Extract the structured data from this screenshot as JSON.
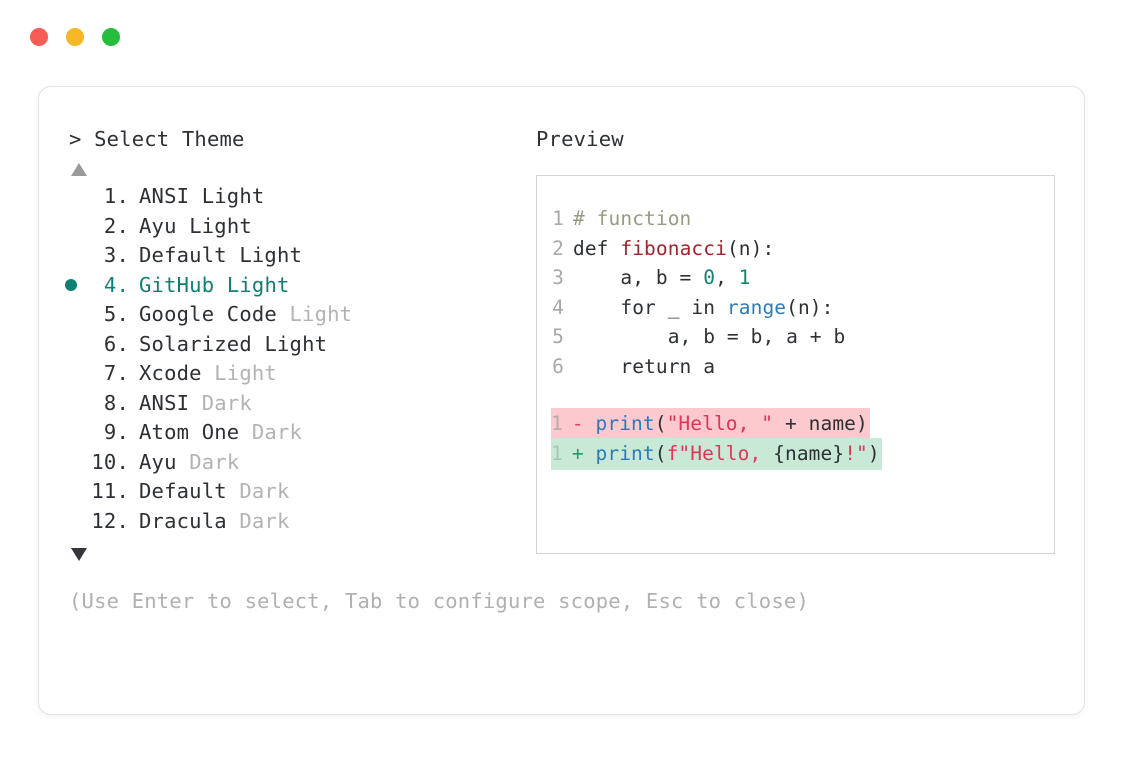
{
  "window": {
    "traffic_lights": [
      {
        "name": "close",
        "color": "#f75d55"
      },
      {
        "name": "minimize",
        "color": "#f5b726"
      },
      {
        "name": "maximize",
        "color": "#27bd3c"
      }
    ]
  },
  "prompt": {
    "title": "> Select Theme",
    "scroll_up_icon": "triangle-up",
    "scroll_down_icon": "triangle-down",
    "selected_index": 4,
    "items": [
      {
        "index": "1.",
        "name": "ANSI",
        "variant": "Light",
        "variant_dim": false,
        "selected": false
      },
      {
        "index": "2.",
        "name": "Ayu",
        "variant": "Light",
        "variant_dim": false,
        "selected": false
      },
      {
        "index": "3.",
        "name": "Default",
        "variant": "Light",
        "variant_dim": false,
        "selected": false
      },
      {
        "index": "4.",
        "name": "GitHub",
        "variant": "Light",
        "variant_dim": false,
        "selected": true
      },
      {
        "index": "5.",
        "name": "Google Code",
        "variant": "Light",
        "variant_dim": true,
        "selected": false
      },
      {
        "index": "6.",
        "name": "Solarized",
        "variant": "Light",
        "variant_dim": false,
        "selected": false
      },
      {
        "index": "7.",
        "name": "Xcode",
        "variant": "Light",
        "variant_dim": true,
        "selected": false
      },
      {
        "index": "8.",
        "name": "ANSI",
        "variant": "Dark",
        "variant_dim": true,
        "selected": false
      },
      {
        "index": "9.",
        "name": "Atom One",
        "variant": "Dark",
        "variant_dim": true,
        "selected": false
      },
      {
        "index": "10.",
        "name": "Ayu",
        "variant": "Dark",
        "variant_dim": true,
        "selected": false
      },
      {
        "index": "11.",
        "name": "Default",
        "variant": "Dark",
        "variant_dim": true,
        "selected": false
      },
      {
        "index": "12.",
        "name": "Dracula",
        "variant": "Dark",
        "variant_dim": true,
        "selected": false
      }
    ],
    "hint": "(Use Enter to select, Tab to configure scope, Esc to close)"
  },
  "preview": {
    "title": "Preview",
    "code_lines": [
      {
        "ln": "1",
        "tokens": [
          {
            "t": "# function",
            "c": "comment"
          }
        ]
      },
      {
        "ln": "2",
        "tokens": [
          {
            "t": "def ",
            "c": "plain"
          },
          {
            "t": "fibonacci",
            "c": "func"
          },
          {
            "t": "(n):",
            "c": "plain"
          }
        ]
      },
      {
        "ln": "3",
        "tokens": [
          {
            "t": "    a, b = ",
            "c": "plain"
          },
          {
            "t": "0",
            "c": "num"
          },
          {
            "t": ", ",
            "c": "plain"
          },
          {
            "t": "1",
            "c": "num"
          }
        ]
      },
      {
        "ln": "4",
        "tokens": [
          {
            "t": "    for _ in ",
            "c": "plain"
          },
          {
            "t": "range",
            "c": "builtin"
          },
          {
            "t": "(n):",
            "c": "plain"
          }
        ]
      },
      {
        "ln": "5",
        "tokens": [
          {
            "t": "        a, b = b, a + b",
            "c": "plain"
          }
        ]
      },
      {
        "ln": "6",
        "tokens": [
          {
            "t": "    return a",
            "c": "plain"
          }
        ]
      }
    ],
    "diff_lines": [
      {
        "ln": "1",
        "kind": "deletion",
        "bg": "#fbc9ce",
        "tokens": [
          {
            "t": "- ",
            "c": "sign-del"
          },
          {
            "t": "print",
            "c": "builtin"
          },
          {
            "t": "(",
            "c": "plain"
          },
          {
            "t": "\"Hello, \"",
            "c": "string"
          },
          {
            "t": " + name)",
            "c": "plain"
          }
        ]
      },
      {
        "ln": "1",
        "kind": "addition",
        "bg": "#c9e9d7",
        "tokens": [
          {
            "t": "+ ",
            "c": "sign-add"
          },
          {
            "t": "print",
            "c": "builtin"
          },
          {
            "t": "(",
            "c": "plain"
          },
          {
            "t": "f\"Hello, ",
            "c": "string"
          },
          {
            "t": "{name}",
            "c": "plain"
          },
          {
            "t": "!\"",
            "c": "string"
          },
          {
            "t": ")",
            "c": "plain"
          }
        ]
      }
    ]
  },
  "colors": {
    "accent_teal": "#0e8075",
    "text": "#2d3034",
    "dim": "#b3b3b3",
    "line_number": "#a8a8a8",
    "comment": "#9a9a84",
    "function": "#a3232c",
    "number": "#128277",
    "builtin": "#2b7bb9",
    "string": "#e23456",
    "diff_del_bg": "#fbc9ce",
    "diff_add_bg": "#c9e9d7",
    "card_border": "#e2e2e2",
    "preview_border": "#d3d3d3"
  }
}
